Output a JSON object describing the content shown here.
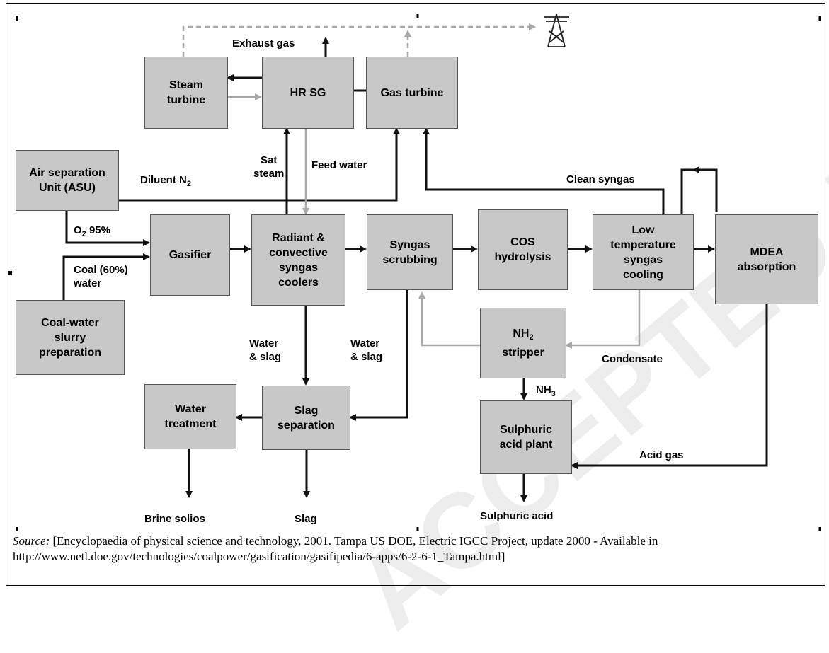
{
  "boxes": {
    "steam_turbine": "Steam\nturbine",
    "hrsg": "HR SG",
    "gas_turbine": "Gas turbine",
    "asu": "Air separation\nUnit (ASU)",
    "gasifier": "Gasifier",
    "radiant": "Radiant &\nconvective\nsyngas\ncoolers",
    "syngas_scrubbing": "Syngas\nscrubbing",
    "cos": "COS\nhydrolysis",
    "low_temp": "Low\ntemperature\nsyngas\ncooling",
    "mdea": "MDEA\nabsorption",
    "coal_water": "Coal-water\nslurry\npreparation",
    "nh2_stripper_base": "NH",
    "nh2_stripper_sub": "2",
    "nh2_stripper_tail": "stripper",
    "water_treatment": "Water\ntreatment",
    "slag_separation": "Slag\nseparation",
    "sulphuric_plant": "Sulphuric\nacid plant"
  },
  "labels": {
    "exhaust_gas": "Exhaust gas",
    "sat_steam": "Sat\nsteam",
    "feed_water": "Feed water",
    "diluent_base": "Diluent N",
    "diluent_sub": "2",
    "clean_syngas": "Clean syngas",
    "o2_base": "O",
    "o2_sub": "2",
    "o2_tail": " 95%",
    "coal_60": "Coal (60%)\nwater",
    "water_slag_1": "Water\n& slag",
    "water_slag_2": "Water\n& slag",
    "condensate": "Condensate",
    "nh3_base": "NH",
    "nh3_sub": "3",
    "acid_gas": "Acid gas",
    "brine": "Brine solios",
    "slag": "Slag",
    "sulphuric_acid": "Sulphuric acid"
  },
  "source": {
    "prefix": "Source:",
    "text": " [Encyclopaedia of physical science and technology, 2001. Tampa US DOE, Electric IGCC Project, update 2000 - Available in  http://www.netl.doe.gov/technologies/coalpower/gasification/gasifipedia/6-apps/6-2-6-1_Tampa.html]"
  },
  "watermark": "ACCEPTED IN PROGRESS",
  "colors": {
    "box_fill": "#c8c8c8",
    "arrow_dark": "#111111",
    "arrow_light": "#a8a8a8"
  },
  "icons": {
    "transmission_tower": "transmission-tower-icon"
  }
}
